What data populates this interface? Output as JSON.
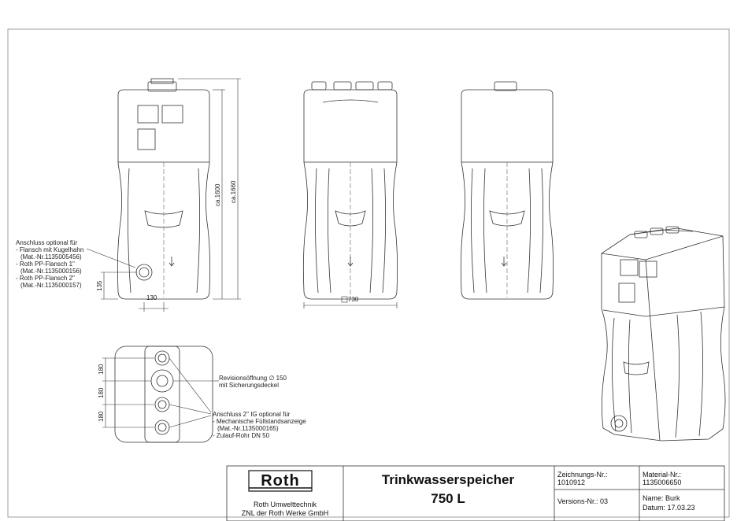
{
  "callouts": {
    "connection_left": [
      "Anschluss optional für",
      "- Flansch mit Kugelhahn",
      "  (Mat.-Nr.1135005456)",
      "- Roth PP-Flansch 1\"",
      "  (Mat.-Nr.1135000156)",
      "- Roth PP-Flansch 2\"",
      "  (Mat.-Nr.1135000157)"
    ],
    "revision": [
      "Revisionsöffnung ∅ 150",
      "mit Sicherungsdeckel"
    ],
    "connection_2in": [
      "Anschluss 2\" IG optional für",
      "- Mechanische Füllstandsanzeige",
      "  (Mat.-Nr.1135000165)",
      "- Zulauf-Rohr DN 50"
    ]
  },
  "dimensions": {
    "height_1600": "ca.1600",
    "height_1660": "ca.1660",
    "side_135": "135",
    "bottom_130": "130",
    "width_730": "730",
    "top_180_a": "180",
    "top_180_b": "180",
    "top_180_c": "180"
  },
  "title_block": {
    "company_logo": "Roth",
    "company_line1": "Roth Umwelttechnik",
    "company_line2": "ZNL der Roth Werke GmbH",
    "title_line1": "Trinkwasserspeicher",
    "title_line2": "750 L",
    "drawing_no_label": "Zeichnungs-Nr.:",
    "drawing_no_value": "1010912",
    "material_no_label": "Material-Nr.:",
    "material_no_value": "1135006650",
    "version_label": "Versions-Nr.: 03",
    "name_label": "Name: Burk",
    "date_label": "Datum: 17.03.23"
  }
}
